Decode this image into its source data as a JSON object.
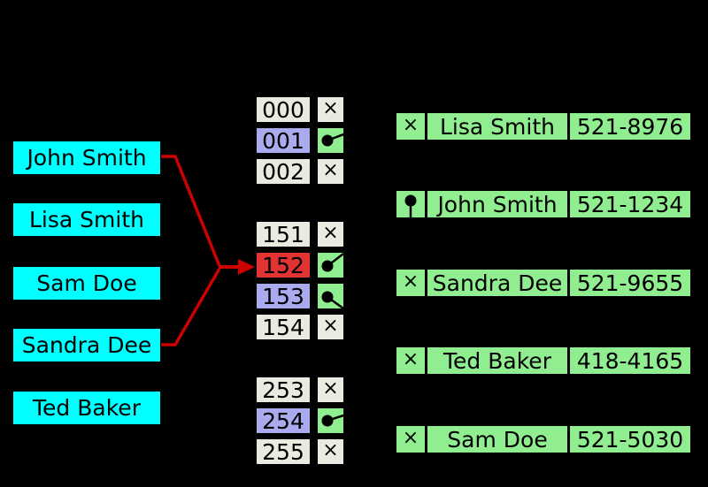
{
  "palette": {
    "background": "#000000",
    "key_box_fill": "#00ffff",
    "empty_cell_fill": "#e8ece0",
    "occupied_cell_fill": "#aaaaee",
    "collision_cell_fill": "#e23333",
    "pointer_cell_fill": "#90ee90",
    "record_fill": "#90ee90",
    "arrow_color": "#ce0000",
    "text_color": "#000000"
  },
  "null_symbol": "×",
  "keys": [
    {
      "label": "John Smith"
    },
    {
      "label": "Lisa Smith"
    },
    {
      "label": "Sam Doe"
    },
    {
      "label": "Sandra Dee"
    },
    {
      "label": "Ted Baker"
    }
  ],
  "buckets": [
    {
      "index": "000",
      "pointer": "null"
    },
    {
      "index": "001",
      "pointer": "link"
    },
    {
      "index": "002",
      "pointer": "null"
    },
    {
      "index": "151",
      "pointer": "null"
    },
    {
      "index": "152",
      "pointer": "link"
    },
    {
      "index": "153",
      "pointer": "link"
    },
    {
      "index": "154",
      "pointer": "null"
    },
    {
      "index": "253",
      "pointer": "null"
    },
    {
      "index": "254",
      "pointer": "link"
    },
    {
      "index": "255",
      "pointer": "null"
    }
  ],
  "records": [
    {
      "link": "null",
      "name": "Lisa Smith",
      "phone": "521-8976"
    },
    {
      "link": "next",
      "name": "John Smith",
      "phone": "521-1234"
    },
    {
      "link": "null",
      "name": "Sandra Dee",
      "phone": "521-9655"
    },
    {
      "link": "null",
      "name": "Ted Baker",
      "phone": "418-4165"
    },
    {
      "link": "null",
      "name": "Sam Doe",
      "phone": "521-5030"
    }
  ]
}
